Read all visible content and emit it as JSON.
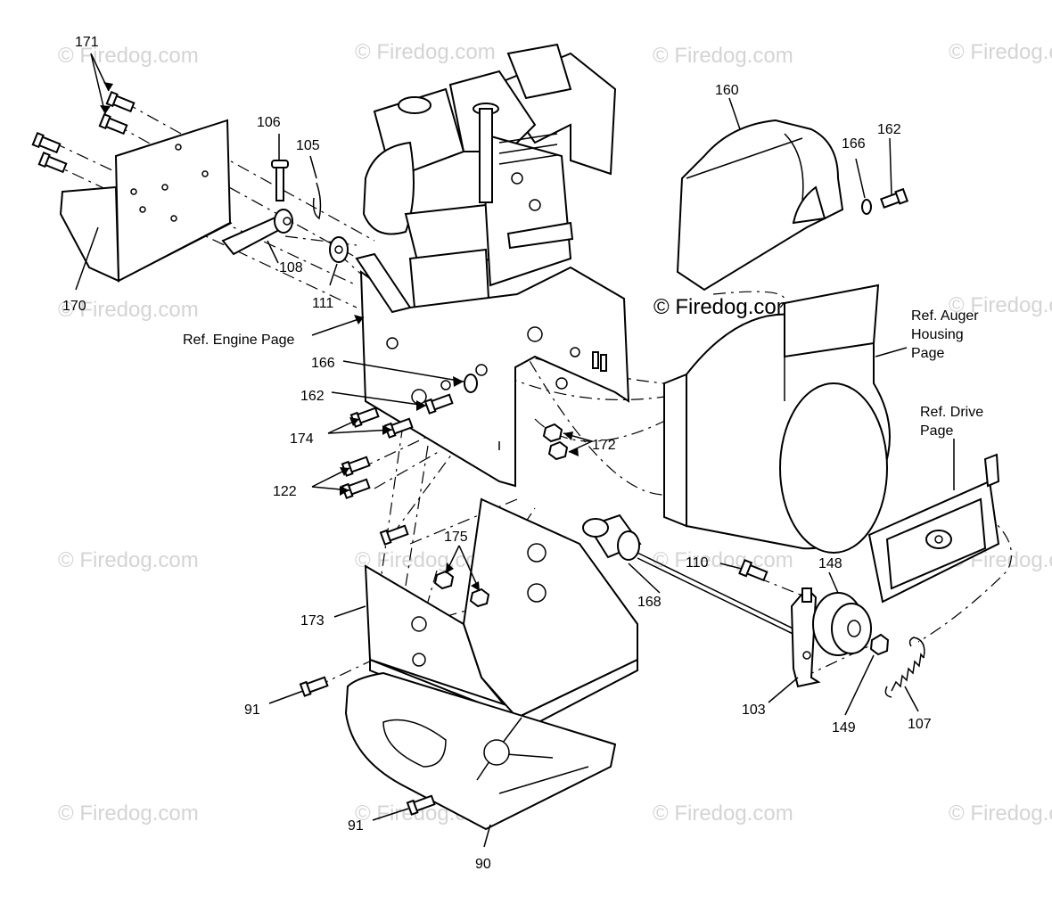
{
  "watermarks": {
    "text": "© Firedog.com",
    "center": "© Firedog.com"
  },
  "labels": {
    "p171": "171",
    "p106": "106",
    "p105": "105",
    "p108": "108",
    "p111": "111",
    "p170": "170",
    "p160": "160",
    "p166a": "166",
    "p162a": "162",
    "ref_engine": "Ref. Engine Page",
    "p166b": "166",
    "p162b": "162",
    "p174": "174",
    "p172": "172",
    "p122": "122",
    "ref_auger_1": "Ref. Auger",
    "ref_auger_2": "Housing",
    "ref_auger_3": "Page",
    "ref_drive_1": "Ref. Drive",
    "ref_drive_2": "Page",
    "p175": "175",
    "p173": "173",
    "p168": "168",
    "p110": "110",
    "p148": "148",
    "p91a": "91",
    "p103": "103",
    "p149": "149",
    "p107": "107",
    "p91b": "91",
    "p90": "90"
  }
}
